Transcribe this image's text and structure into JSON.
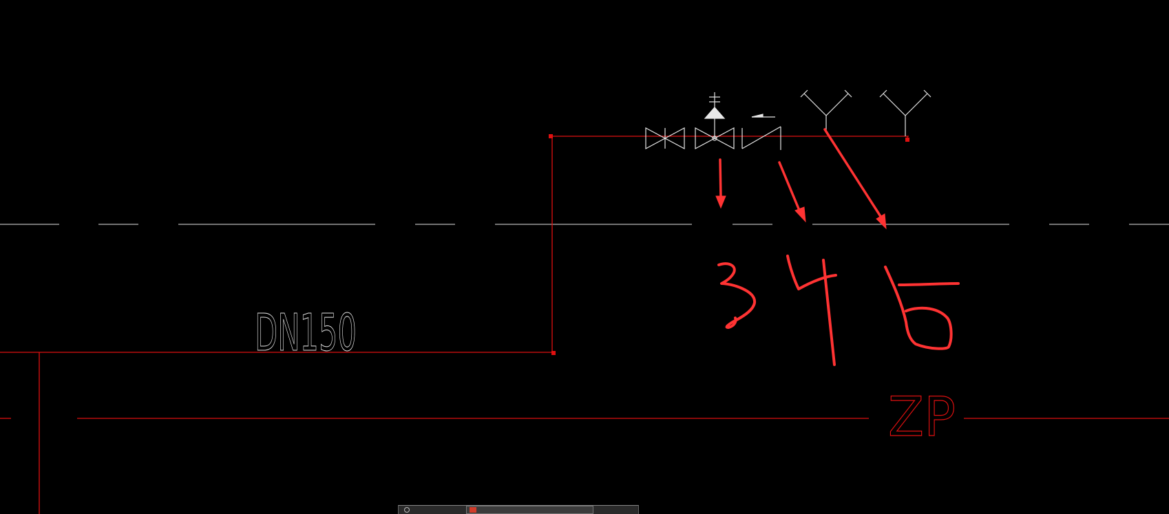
{
  "drawing": {
    "pipe_label": "DN150",
    "zone_label": "ZP",
    "annotation_numbers": [
      "3",
      "4",
      "5"
    ]
  },
  "colors": {
    "background": "#000000",
    "pipe_red": "#e01010",
    "linework_white": "#e8e8e8",
    "markup_red": "#ff3333"
  },
  "icons": {
    "gate_valve": "gate-valve-icon",
    "signal_valve": "signal-valve-icon",
    "check_valve": "check-valve-icon",
    "sprinkler_head": "sprinkler-head-icon"
  },
  "status_strip": {
    "label": "",
    "field_text": "",
    "right_text": ""
  }
}
